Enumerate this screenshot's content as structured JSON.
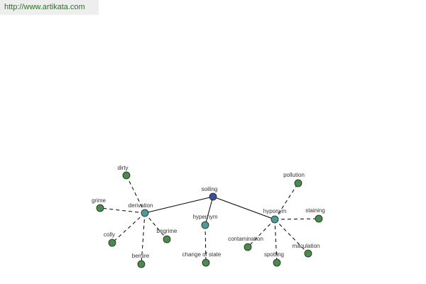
{
  "header": {
    "url": "http://www.artikata.com"
  },
  "colors": {
    "root_node": "#3b4f9a",
    "relation_node": "#4d9a9a",
    "leaf_node": "#4a8a4a",
    "node_stroke": "#222222",
    "edge": "#000000",
    "url_text": "#2b6f2b"
  },
  "graph": {
    "root": {
      "id": "soiling",
      "label": "soiling"
    },
    "relations": [
      {
        "id": "derivation",
        "label": "derivation"
      },
      {
        "id": "hypernym",
        "label": "hypernym"
      },
      {
        "id": "hyponym",
        "label": "hyponym"
      }
    ],
    "leaves": [
      {
        "id": "dirty",
        "label": "dirty",
        "parent": "derivation"
      },
      {
        "id": "grime",
        "label": "grime",
        "parent": "derivation"
      },
      {
        "id": "colly",
        "label": "colly",
        "parent": "derivation"
      },
      {
        "id": "bemire",
        "label": "bemire",
        "parent": "derivation"
      },
      {
        "id": "begrime",
        "label": "begrime",
        "parent": "derivation"
      },
      {
        "id": "change-of-state",
        "label": "change of state",
        "parent": "hypernym"
      },
      {
        "id": "pollution",
        "label": "pollution",
        "parent": "hyponym"
      },
      {
        "id": "staining",
        "label": "staining",
        "parent": "hyponym"
      },
      {
        "id": "contamination",
        "label": "contamination",
        "parent": "hyponym"
      },
      {
        "id": "spotting",
        "label": "spotting",
        "parent": "hyponym"
      },
      {
        "id": "maculation",
        "label": "maculation",
        "parent": "hyponym"
      }
    ]
  }
}
